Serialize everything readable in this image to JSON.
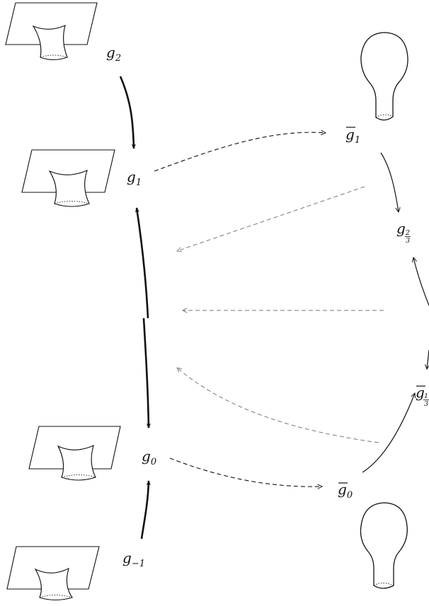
{
  "labels": {
    "g2": {
      "base": "g",
      "sub": "2"
    },
    "g1": {
      "base": "g",
      "sub": "1"
    },
    "g0": {
      "base": "g",
      "sub": "0"
    },
    "gm1": {
      "base": "g",
      "sub": "−1"
    },
    "gbar1": {
      "base": "g",
      "sub": "1"
    },
    "gbar0": {
      "base": "g",
      "sub": "0"
    },
    "g23": {
      "base": "g",
      "num": "2",
      "den": "3"
    },
    "gbar13": {
      "base": "g",
      "num": "1",
      "den": "3"
    }
  }
}
